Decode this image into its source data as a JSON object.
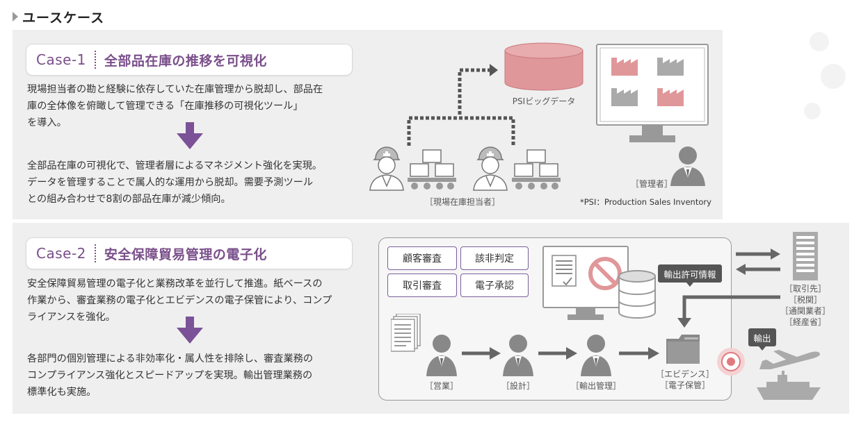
{
  "section_title": "ユースケース",
  "colors": {
    "accent_purple": "#7a4f8a",
    "arrow_purple": "#7b5297",
    "pink": "#e0979a",
    "gray": "#9a9a9a",
    "panel": "#efefef"
  },
  "case1": {
    "number": "Case-1",
    "title": "全部品在庫の推移を可視化",
    "before_lines": [
      "現場担当者の勘と経験に依存していた在庫管理から脱却し、部品在",
      "庫の全体像を俯瞰して管理できる「在庫推移の可視化ツール」",
      "を導入。"
    ],
    "after_lines": [
      "全部品在庫の可視化で、管理者層によるマネジメント強化を実現。",
      "データを管理することで属人的な運用から脱却。需要予測ツール",
      "との組み合わせで8割の部品在庫が減少傾向。"
    ],
    "diagram": {
      "db_label": "PSIビッグデータ",
      "site_label": "［現場在庫担当者］",
      "manager_label": "［管理者］",
      "footnote": "*PSI：Production Sales Inventory"
    }
  },
  "case2": {
    "number": "Case-2",
    "title": "安全保障貿易管理の電子化",
    "before_lines": [
      "安全保障貿易管理の電子化と業務改革を並行して推進。紙ベースの",
      "作業から、審査業務の電子化とエビデンスの電子保管により、コンプ",
      "ライアンスを強化。"
    ],
    "after_lines": [
      "各部門の個別管理による非効率化・属人性を排除し、審査業務の",
      "コンプライアンス強化とスピードアップを実現。輸出管理業務の",
      "標準化も実施。"
    ],
    "diagram": {
      "tags": [
        "顧客審査",
        "該非判定",
        "取引審査",
        "電子承認"
      ],
      "export_permit": "輸出許可情報",
      "export": "輸出",
      "roles": [
        "［営業］",
        "［設計］",
        "［輸出管理］"
      ],
      "evidence": [
        "［エビデンス］",
        "［電子保管］"
      ],
      "partners": [
        "［取引先］",
        "［税関］",
        "［通関業者］",
        "［経産省］"
      ]
    }
  }
}
